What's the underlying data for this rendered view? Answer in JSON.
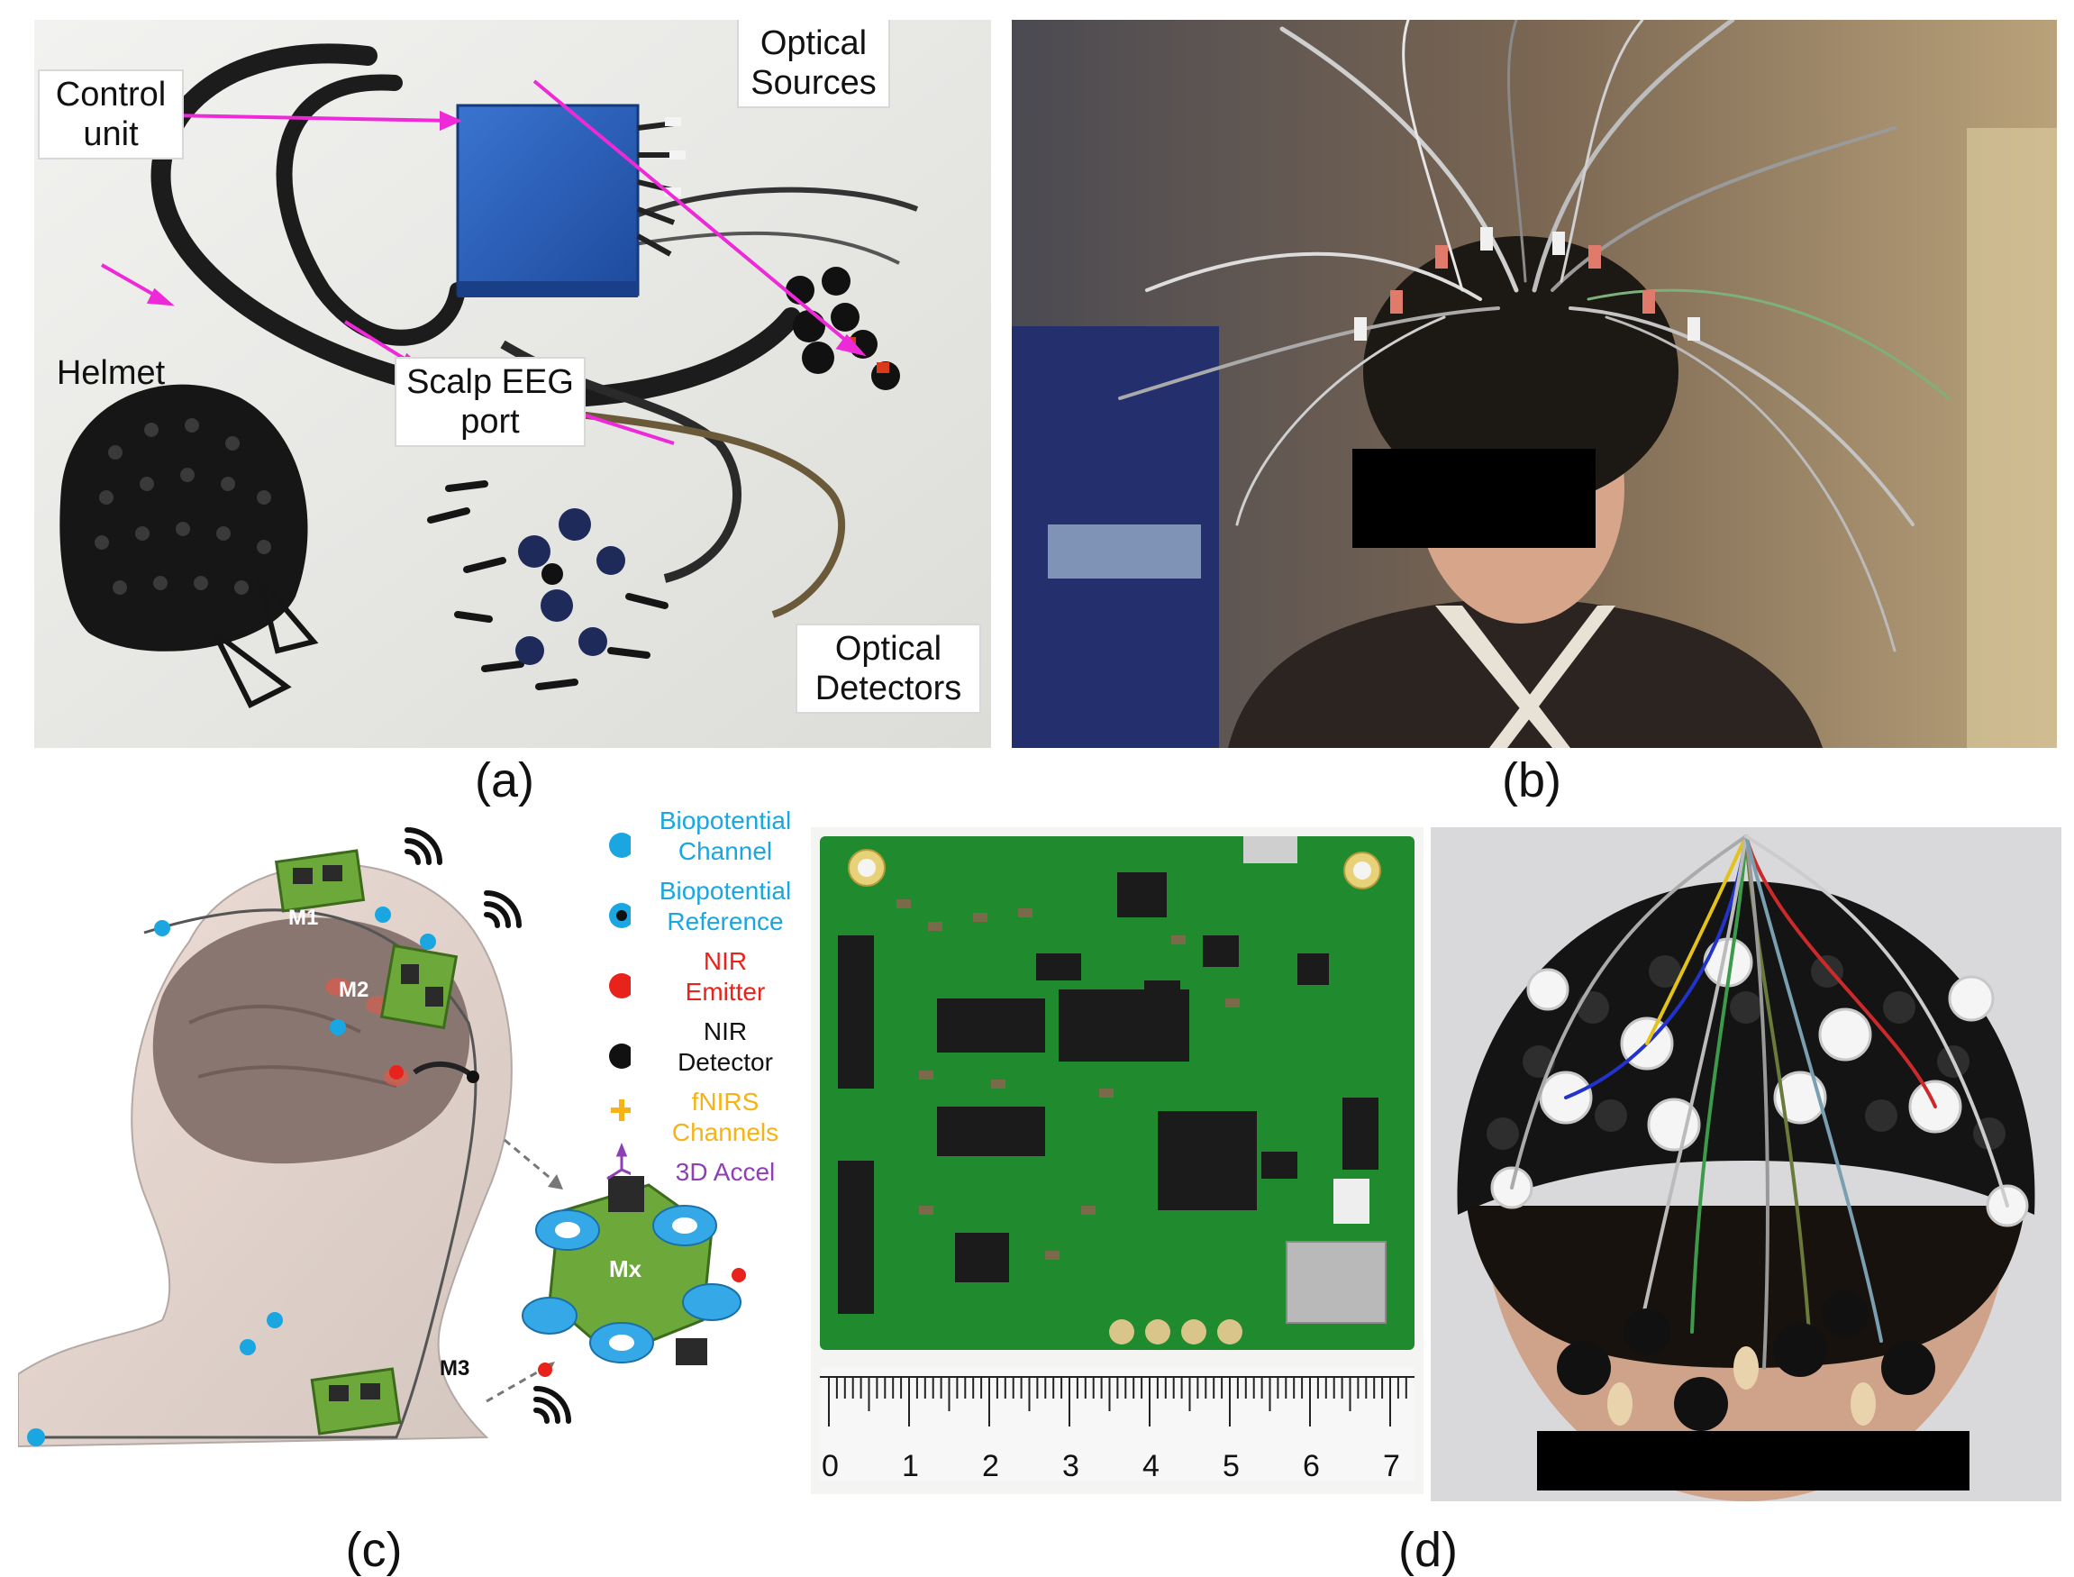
{
  "panels": {
    "a": {
      "label": "(a)",
      "callouts": {
        "control_unit": [
          "Control",
          "unit"
        ],
        "optical_sources": [
          "Optical",
          "Sources"
        ],
        "helmet": [
          "Helmet"
        ],
        "scalp_eeg_port": [
          "Scalp EEG",
          "port"
        ],
        "optical_detectors": [
          "Optical",
          "Detectors"
        ]
      }
    },
    "b": {
      "label": "(b)"
    },
    "c": {
      "label": "(c)",
      "module_labels": {
        "m1": "M1",
        "m2": "M2",
        "m3": "M3",
        "mx": "Mx"
      },
      "legend": [
        {
          "line1": "Biopotential",
          "line2": "Channel",
          "color": "#1aa6e0",
          "marker": "blue-dot-icon"
        },
        {
          "line1": "Biopotential",
          "line2": "Reference",
          "color": "#1aa6e0",
          "marker": "ringed-dot-icon"
        },
        {
          "line1": "NIR",
          "line2": "Emitter",
          "color": "#e8231c",
          "marker": "red-dot-icon"
        },
        {
          "line1": "NIR",
          "line2": "Detector",
          "color": "#111111",
          "marker": "black-dot-icon"
        },
        {
          "line1": "fNIRS",
          "line2": "Channels",
          "color": "#f5b315",
          "marker": "plus-icon"
        },
        {
          "line1": "3D Accel",
          "line2": "",
          "color": "#8e3fb5",
          "marker": "axes-icon"
        }
      ]
    },
    "d": {
      "label": "(d)",
      "ruler_numbers": [
        "0",
        "1",
        "2",
        "3",
        "4",
        "5",
        "6",
        "7"
      ]
    }
  },
  "colors": {
    "arrow": "#ee2ad8",
    "pcb_green": "#1f8a2e",
    "control_box_blue": "#2a5fb8"
  }
}
